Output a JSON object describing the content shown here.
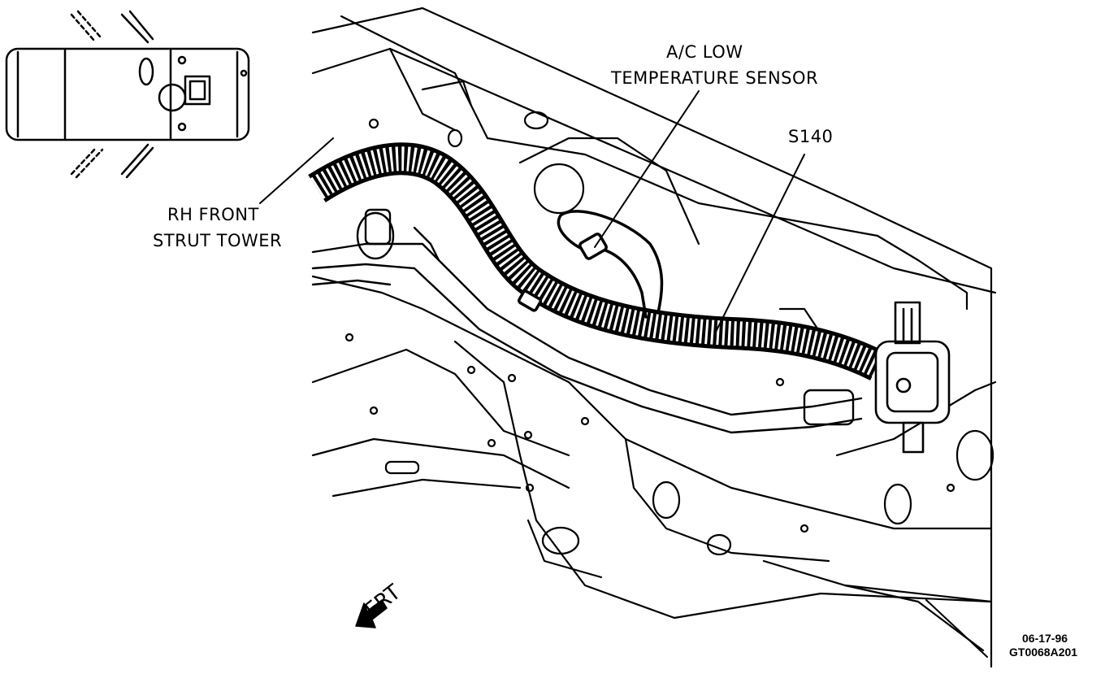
{
  "labels": {
    "ac_sensor_line1": "A/C LOW",
    "ac_sensor_line2": "TEMPERATURE SENSOR",
    "splice": "S140",
    "strut_line1": "RH FRONT",
    "strut_line2": "STRUT TOWER",
    "front_direction": "FRT"
  },
  "doc_codes": {
    "date": "06-17-96",
    "figure_id": "GT0068A201"
  },
  "colors": {
    "ink": "#000000",
    "paper": "#ffffff"
  },
  "icons": {
    "front_arrow": "arrow-left-down-icon",
    "vehicle_locator": "vehicle-top-view-icon"
  }
}
